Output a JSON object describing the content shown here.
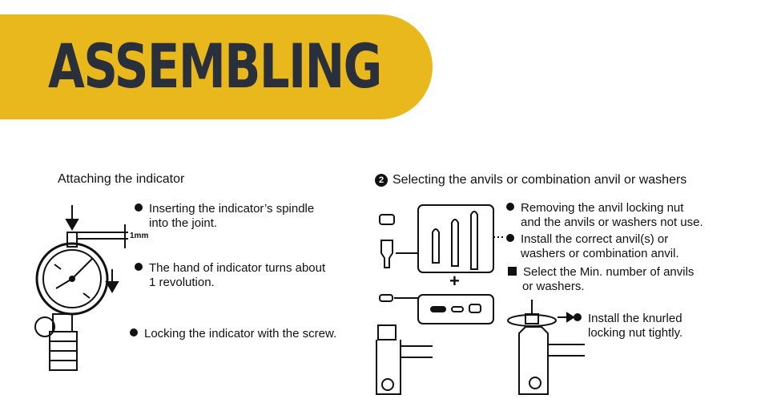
{
  "banner": {
    "title": "ASSEMBLING"
  },
  "section1": {
    "heading": "Attaching the indicator",
    "steps": [
      {
        "line1": "Inserting the indicator’s spindle",
        "line2": "into the joint."
      },
      {
        "line1": "The hand of indicator turns about",
        "line2": "1 revolution."
      },
      {
        "line1": "Locking the indicator with the screw."
      }
    ],
    "dim_label": "1mm"
  },
  "section2": {
    "number": "2",
    "heading": "Selecting the anvils or combination anvil or washers",
    "steps": [
      {
        "line1": "Removing the anvil locking nut",
        "line2": "and the anvils or washers not use."
      },
      {
        "line1": "Install the correct anvil(s) or",
        "line2": "washers or combination anvil."
      },
      {
        "line1": "Select the Min. number of anvils",
        "line2": "or washers."
      },
      {
        "line1": "Install the knurled",
        "line2": "locking nut tightly."
      }
    ],
    "plus": "+"
  }
}
